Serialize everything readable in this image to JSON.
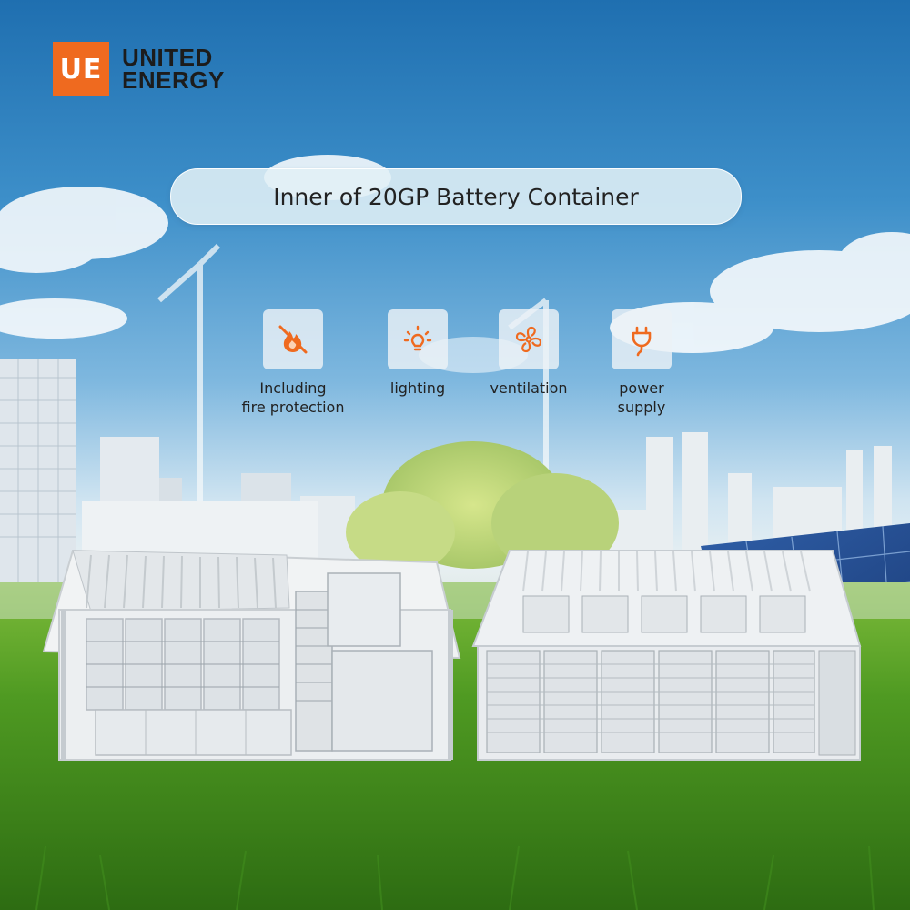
{
  "brand": {
    "logo_mark": "UE",
    "name_line1": "UNITED",
    "name_line2": "ENERGY",
    "accent_color": "#ef6a1f"
  },
  "title": "Inner of 20GP Battery Container",
  "features": [
    {
      "icon": "fire-icon",
      "label": "Including\nfire protection"
    },
    {
      "icon": "light-bulb-icon",
      "label": "lighting"
    },
    {
      "icon": "fan-icon",
      "label": "ventilation"
    },
    {
      "icon": "plug-icon",
      "label": "power\nsupply"
    }
  ]
}
